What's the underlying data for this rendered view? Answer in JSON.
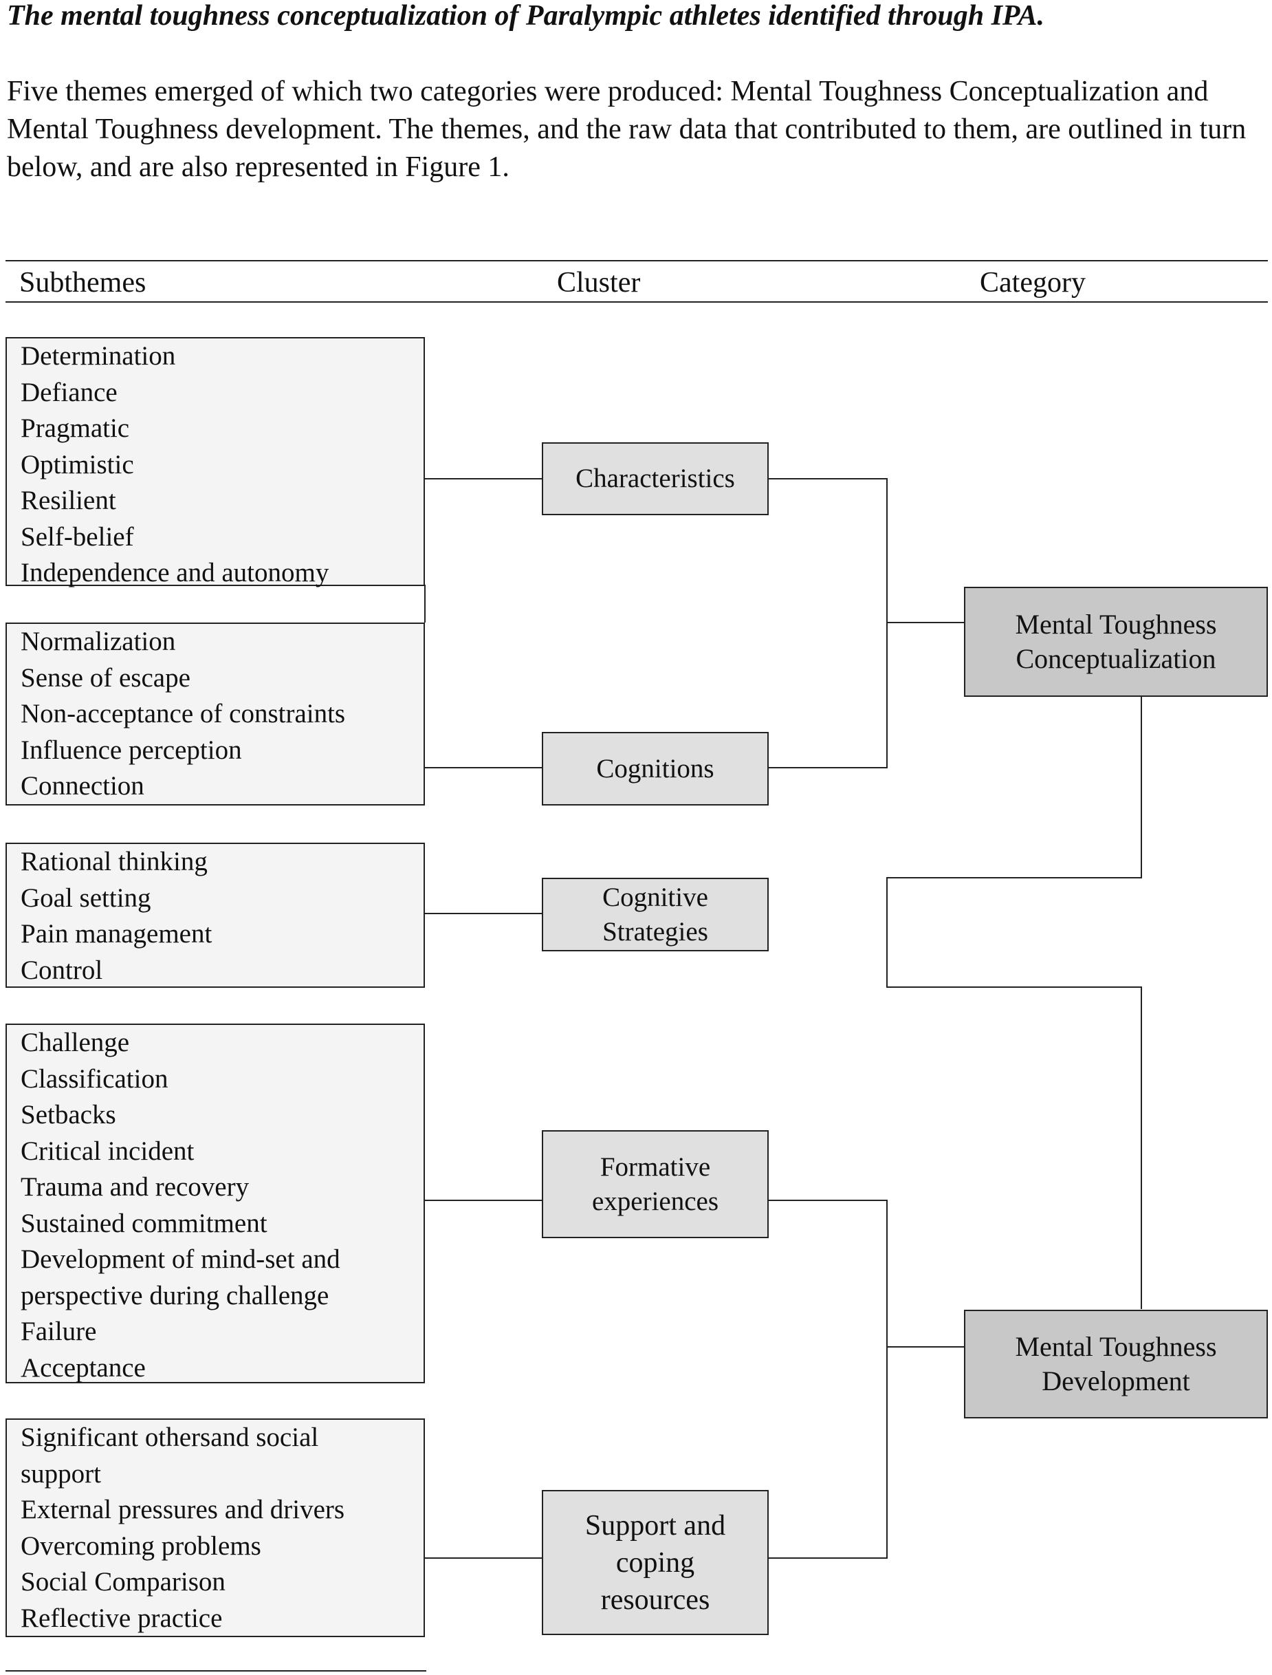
{
  "title": "The mental toughness conceptualization of Paralympic athletes identified through IPA.",
  "intro": "Five themes emerged of which two categories were produced: Mental Toughness Conceptualization and Mental Toughness development. The themes, and the raw data that contributed to them, are outlined in turn below, and are also represented in Figure 1.",
  "headers": {
    "subthemes": "Subthemes",
    "cluster": "Cluster",
    "category": "Category"
  },
  "subtheme_groups": [
    [
      "Determination",
      "Defiance",
      "Pragmatic",
      "Optimistic",
      "Resilient",
      "Self-belief",
      "Independence and autonomy"
    ],
    [
      "Normalization",
      "Sense of escape",
      "Non-acceptance of constraints",
      "Influence perception",
      "Connection"
    ],
    [
      "Rational thinking",
      "Goal setting",
      "Pain management",
      "Control"
    ],
    [
      "Challenge",
      "Classification",
      "Setbacks",
      "Critical incident",
      "Trauma and recovery",
      "Sustained commitment",
      "Development of mind-set and",
      "perspective during challenge",
      "Failure",
      "Acceptance"
    ],
    [
      "Significant othersand social",
      "support",
      "External pressures and drivers",
      "Overcoming problems",
      "Social Comparison",
      "Reflective practice"
    ]
  ],
  "clusters": [
    "Characteristics",
    "Cognitions",
    "Cognitive\nStrategies",
    "Formative\nexperiences",
    "Support and\ncoping\nresources"
  ],
  "categories": [
    "Mental Toughness\nConceptualization",
    "Mental Toughness\nDevelopment"
  ]
}
